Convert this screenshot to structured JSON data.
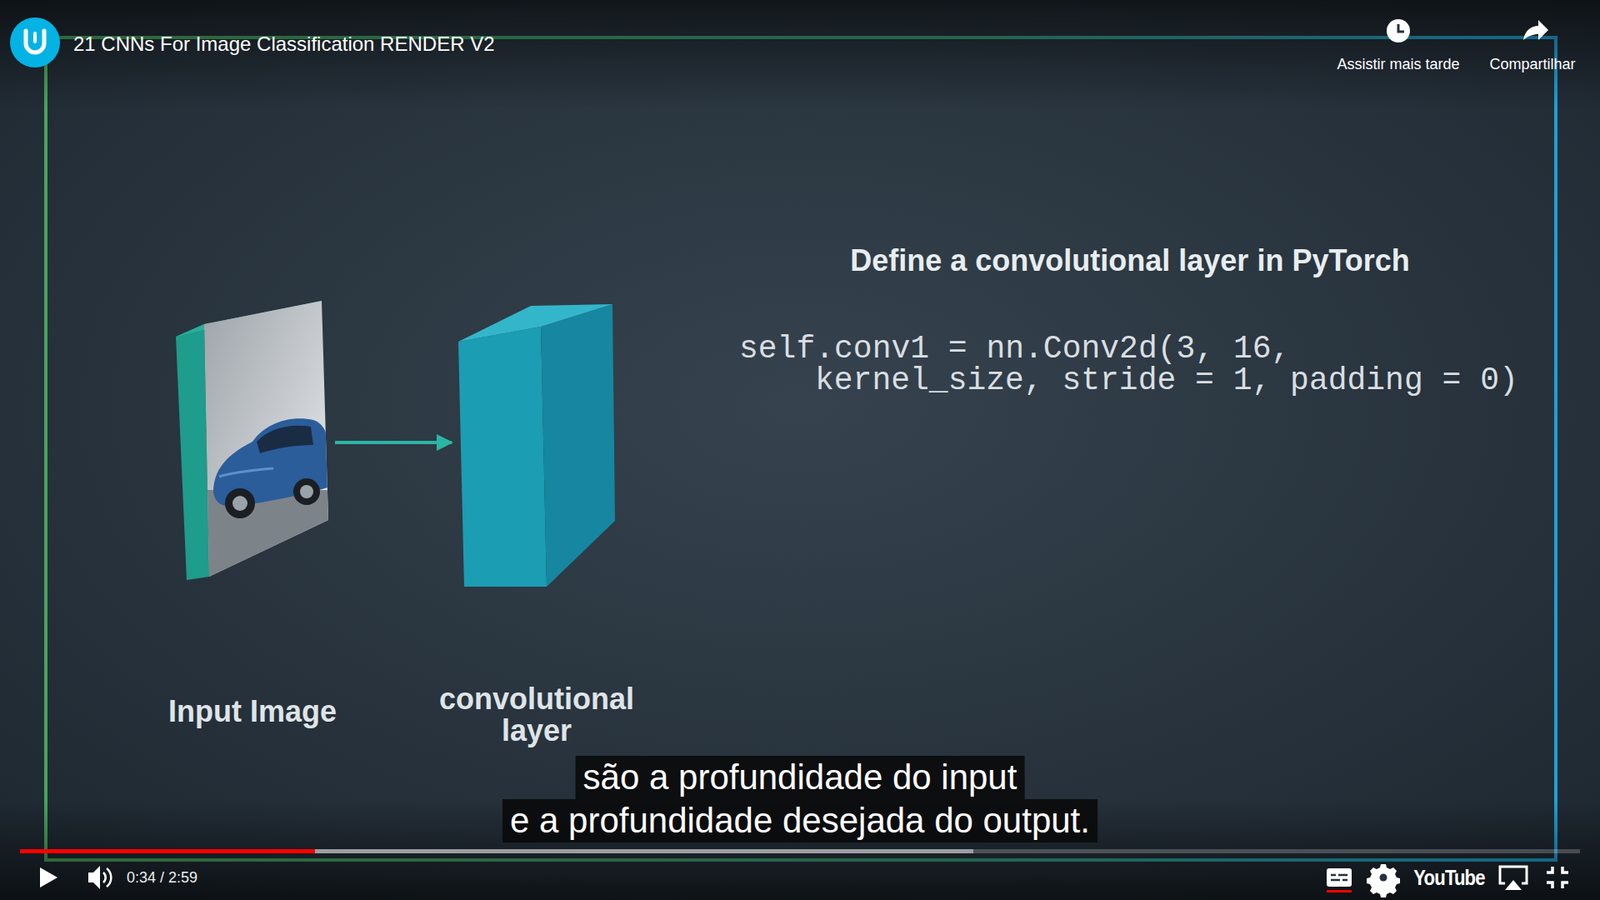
{
  "diagram": {
    "title": "Define a convolutional layer in PyTorch",
    "nodes": [
      {
        "text": [
          "Input Image"
        ]
      },
      {
        "text": [
          "convolutional layer"
        ]
      }
    ],
    "edges": [
      {
        "from": 0,
        "to": 1,
        "arrow": "to"
      }
    ],
    "labels": [
      "21 CNNs For Image Classification RENDER V2",
      "Assistir mais tarde",
      "Compartilhar",
      "self.conv1 = nn.Conv2d(3, 16,",
      "kernel_size, stride = 1, padding = 0)",
      "são a profundidade do input",
      "e a profundidade desejada do output.",
      "0:34 / 2:59",
      "YouTube"
    ]
  }
}
